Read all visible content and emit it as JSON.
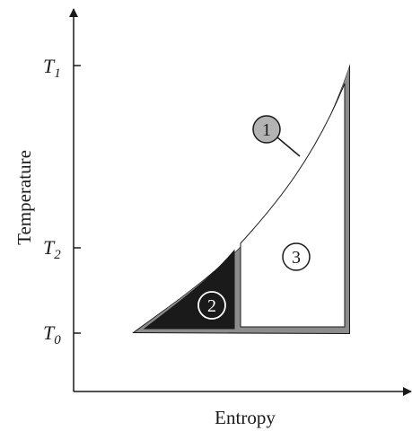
{
  "axes": {
    "x_label": "Entropy",
    "y_label": "Temperature"
  },
  "y_ticks": [
    {
      "base": "T",
      "sub": "1"
    },
    {
      "base": "T",
      "sub": "2"
    },
    {
      "base": "T",
      "sub": "0"
    }
  ],
  "callouts": [
    {
      "id": "1",
      "label": "1",
      "fill": "#b3b3b3",
      "text_color": "#1a1a1a"
    },
    {
      "id": "2",
      "label": "2",
      "fill": "#1a1a1a",
      "text_color": "#ffffff"
    },
    {
      "id": "3",
      "label": "3",
      "fill": "#ffffff",
      "text_color": "#1a1a1a"
    }
  ],
  "colors": {
    "axis": "#1a1a1a",
    "curve_band": "#8c8c8c",
    "region_2": "#1a1a1a",
    "region_3": "#ffffff"
  }
}
